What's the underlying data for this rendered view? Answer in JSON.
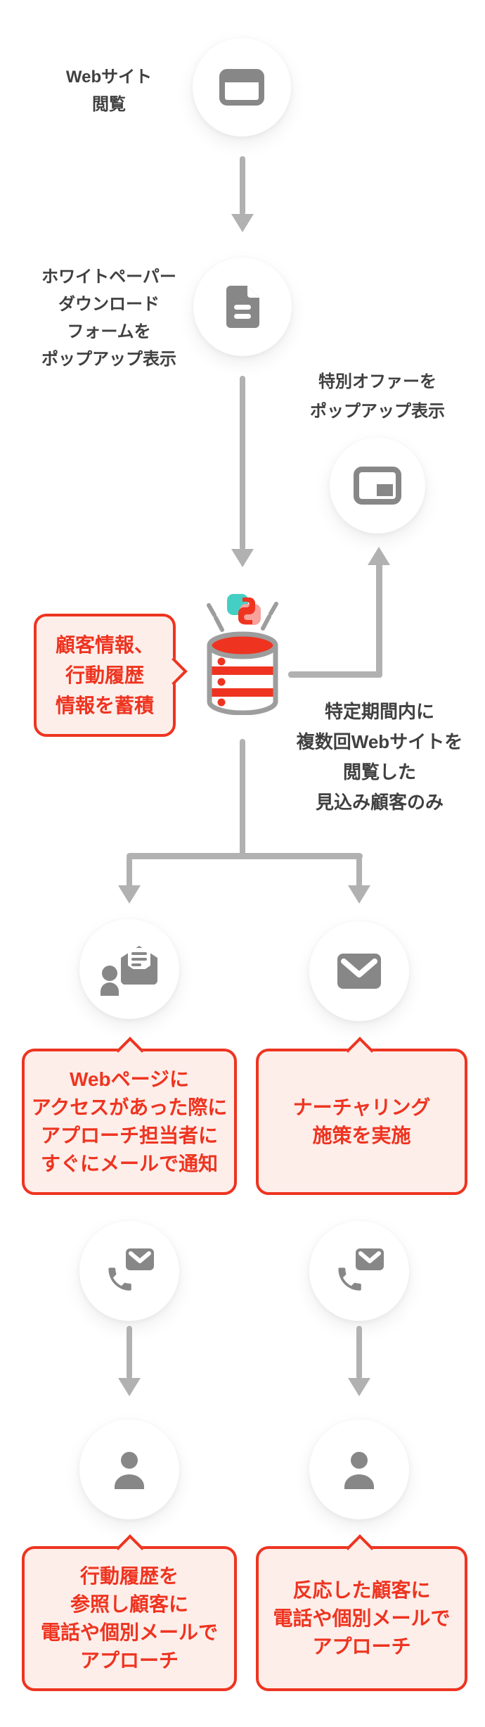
{
  "colors": {
    "accent_red": "#ee3420",
    "callout_fill": "#fdeeea",
    "arrow_gray": "#b1b1b1",
    "icon_gray": "#878787",
    "db_outline_gray": "#9d9d9d",
    "text_dark": "#404040",
    "logo_teal": "#45cfc4",
    "logo_pink": "#f7a29c",
    "background": "#ffffff"
  },
  "flow": {
    "step1": {
      "lines": [
        "Webサイト",
        "閲覧"
      ],
      "icon": "browser-window-icon"
    },
    "step2": {
      "lines": [
        "ホワイトペーパー",
        "ダウンロード",
        "フォームを",
        "ポップアップ表示"
      ],
      "icon": "document-icon"
    },
    "offer": {
      "lines": [
        "特別オファーを",
        "ポップアップ表示"
      ],
      "icon": "popup-window-icon"
    },
    "database": {
      "icon": "database-icon",
      "logo": "satori-logo-icon"
    },
    "db_callout": {
      "lines": [
        "顧客情報、",
        "行動履歴",
        "情報を蓄積"
      ]
    },
    "filter_note": {
      "lines": [
        "特定期間内に",
        "複数回Webサイトを",
        "閲覧した",
        "見込み顧客のみ"
      ]
    },
    "notify_branch": {
      "icon": "person-mail-notification-icon"
    },
    "mail_branch": {
      "icon": "envelope-icon"
    },
    "notify_callout": {
      "lines": [
        "Webページに",
        "アクセスがあった際に",
        "アプローチ担当者に",
        "すぐにメールで通知"
      ]
    },
    "nurture_callout": {
      "lines": [
        "ナーチャリング",
        "施策を実施"
      ]
    },
    "contact_left": {
      "icon": "phone-mail-icon"
    },
    "contact_right": {
      "icon": "phone-mail-icon"
    },
    "customer_left": {
      "icon": "person-icon"
    },
    "customer_right": {
      "icon": "person-icon"
    },
    "final_left_callout": {
      "lines": [
        "行動履歴を",
        "参照し顧客に",
        "電話や個別メールで",
        "アプローチ"
      ]
    },
    "final_right_callout": {
      "lines": [
        "反応した顧客に",
        "電話や個別メールで",
        "アプローチ"
      ]
    }
  }
}
